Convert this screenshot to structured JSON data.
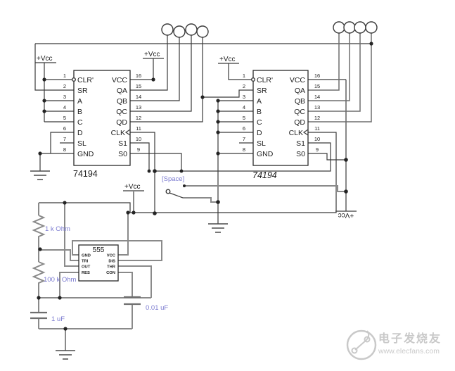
{
  "diagram": {
    "ic_name": "74194",
    "ic74194": {
      "left_pins": [
        {
          "num": "1",
          "label": "CLR'"
        },
        {
          "num": "2",
          "label": "SR"
        },
        {
          "num": "3",
          "label": "A"
        },
        {
          "num": "4",
          "label": "B"
        },
        {
          "num": "5",
          "label": "C"
        },
        {
          "num": "6",
          "label": "D"
        },
        {
          "num": "7",
          "label": "SL"
        },
        {
          "num": "8",
          "label": "GND"
        }
      ],
      "right_pins": [
        {
          "num": "16",
          "label": "VCC"
        },
        {
          "num": "15",
          "label": "QA"
        },
        {
          "num": "14",
          "label": "QB"
        },
        {
          "num": "13",
          "label": "QC"
        },
        {
          "num": "12",
          "label": "QD"
        },
        {
          "num": "11",
          "label": "CLK"
        },
        {
          "num": "10",
          "label": "S1"
        },
        {
          "num": "9",
          "label": "S0"
        }
      ]
    },
    "timer555": {
      "title": "555",
      "left_pins": [
        "GND",
        "TRI",
        "OUT",
        "RES"
      ],
      "right_pins": [
        "VCC",
        "DIS",
        "THR",
        "CON"
      ]
    },
    "labels": {
      "vcc": "+Vcc",
      "space": "[Space]",
      "r1": "1 k Ohm",
      "r2": "100 k Ohm",
      "c1": "1 uF",
      "c2": "0.01 uF"
    },
    "colors": {
      "wire": "#3a3a3a",
      "wire_gray": "#8a8a8a",
      "component_label": "#7b7bd0",
      "watermark": "#c9c9c9",
      "background": "#ffffff"
    }
  },
  "watermark": {
    "brand": "电子发烧友",
    "url": "www.elecfans.com"
  }
}
